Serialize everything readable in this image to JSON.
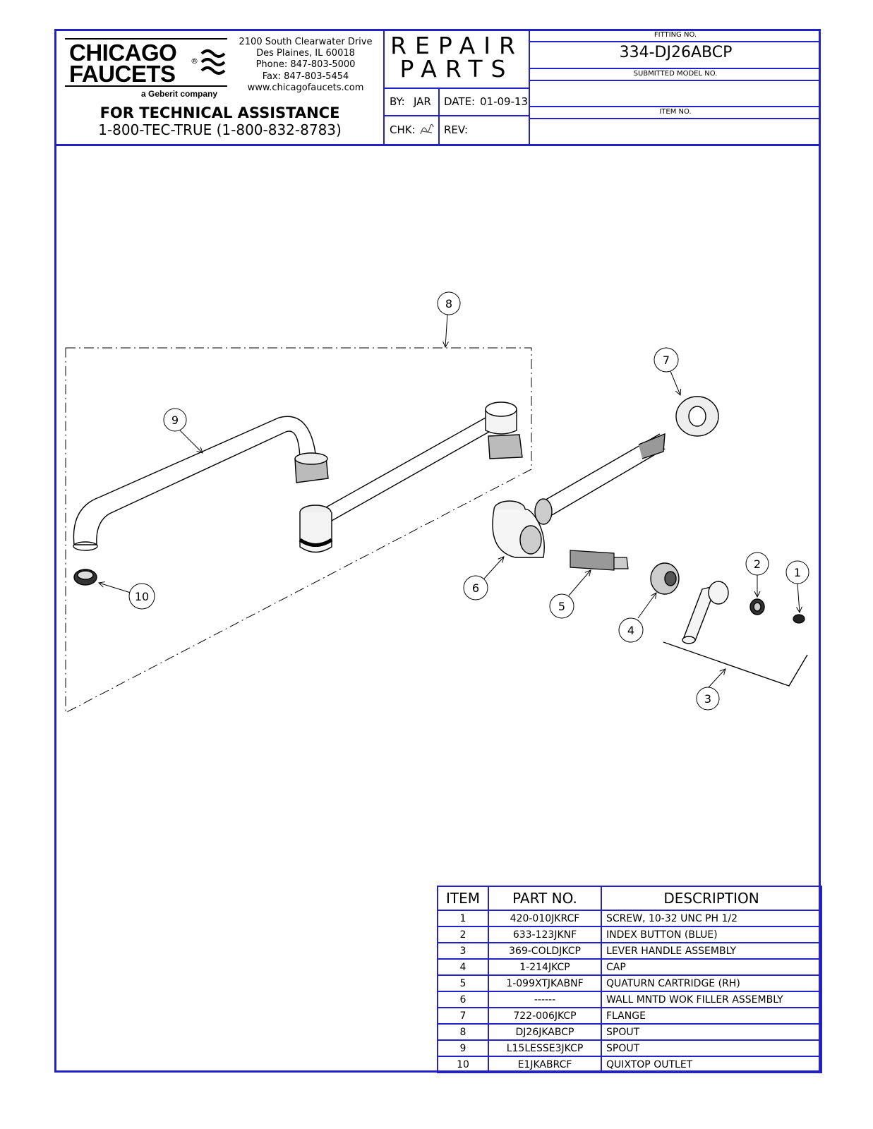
{
  "brand": {
    "line1": "CHICAGO",
    "line2": "FAUCETS",
    "registered": "®",
    "tagline": "a Geberit company"
  },
  "address": {
    "street": "2100 South Clearwater Drive",
    "city": "Des Plaines, IL 60018",
    "phone": "Phone: 847-803-5000",
    "fax": "Fax: 847-803-5454",
    "web": "www.chicagofaucets.com"
  },
  "tech": {
    "title": "FOR TECHNICAL ASSISTANCE",
    "phone": "1-800-TEC-TRUE (1-800-832-8783)"
  },
  "header": {
    "title_line1": "REPAIR",
    "title_line2": "PARTS",
    "by_label": "BY:",
    "by_value": "JAR",
    "date_label": "DATE:",
    "date_value": "01-09-13",
    "chk_label": "CHK:",
    "rev_label": "REV:",
    "fitting_label": "FITTING NO.",
    "fitting_value": "334-DJ26ABCP",
    "submitted_label": "SUBMITTED MODEL NO.",
    "item_label": "ITEM NO."
  },
  "callouts": [
    "1",
    "2",
    "3",
    "4",
    "5",
    "6",
    "7",
    "8",
    "9",
    "10"
  ],
  "parts_table": {
    "headers": [
      "ITEM",
      "PART NO.",
      "DESCRIPTION"
    ],
    "rows": [
      {
        "item": "1",
        "part": "420-010JKRCF",
        "desc": "SCREW, 10-32 UNC PH 1/2"
      },
      {
        "item": "2",
        "part": "633-123JKNF",
        "desc": "INDEX BUTTON (BLUE)"
      },
      {
        "item": "3",
        "part": "369-COLDJKCP",
        "desc": "LEVER HANDLE ASSEMBLY"
      },
      {
        "item": "4",
        "part": "1-214JKCP",
        "desc": "CAP"
      },
      {
        "item": "5",
        "part": "1-099XTJKABNF",
        "desc": "QUATURN CARTRIDGE (RH)"
      },
      {
        "item": "6",
        "part": "------",
        "desc": "WALL MNTD WOK FILLER ASSEMBLY"
      },
      {
        "item": "7",
        "part": "722-006JKCP",
        "desc": "FLANGE"
      },
      {
        "item": "8",
        "part": "DJ26JKABCP",
        "desc": "SPOUT"
      },
      {
        "item": "9",
        "part": "L15LESSE3JKCP",
        "desc": "SPOUT"
      },
      {
        "item": "10",
        "part": "E1JKABRCF",
        "desc": "QUIXTOP OUTLET"
      }
    ]
  },
  "colors": {
    "border": "#2222cc"
  }
}
